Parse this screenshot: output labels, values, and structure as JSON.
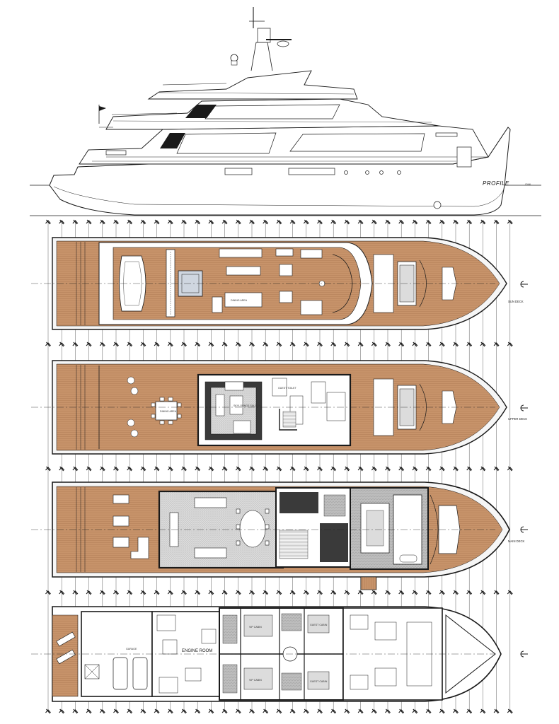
{
  "colors": {
    "teak": "#c7936a",
    "teak_dark": "#a8744c",
    "line": "#1a1a1a",
    "interior_grey": "#9a9a9a",
    "interior_dark": "#3a3a3a",
    "carpet": "#d9d9d9"
  },
  "profile": {
    "view_label": "PROFILE",
    "scale_label": "OVAL"
  },
  "decks": [
    {
      "key": "sun",
      "name": "SUN DECK",
      "rooms": [
        {
          "label": "DINING AREA"
        }
      ]
    },
    {
      "key": "upper",
      "name": "UPPER DECK",
      "rooms": [
        {
          "label": "DINING AREA"
        },
        {
          "label": "SKYLOUNGE SALOON"
        },
        {
          "label": "GUEST TOILET"
        }
      ]
    },
    {
      "key": "main",
      "name": "MAIN DECK",
      "rooms": []
    },
    {
      "key": "lower",
      "name": "",
      "rooms": [
        {
          "label": "GARAGE"
        },
        {
          "label": "ENGINE ROOM"
        },
        {
          "label": "VIP CABIN"
        },
        {
          "label": "GUEST CABIN"
        },
        {
          "label": "VIP CABIN"
        },
        {
          "label": "GUEST CABIN"
        }
      ]
    }
  ],
  "icons": {
    "frame_marker": "frame-marker-icon",
    "section_marker": "section-arrow-icon",
    "davit": "crane-icon",
    "tender": "tender-icon",
    "jacuzzi": "jacuzzi-icon",
    "anchor": "anchor-icon"
  }
}
